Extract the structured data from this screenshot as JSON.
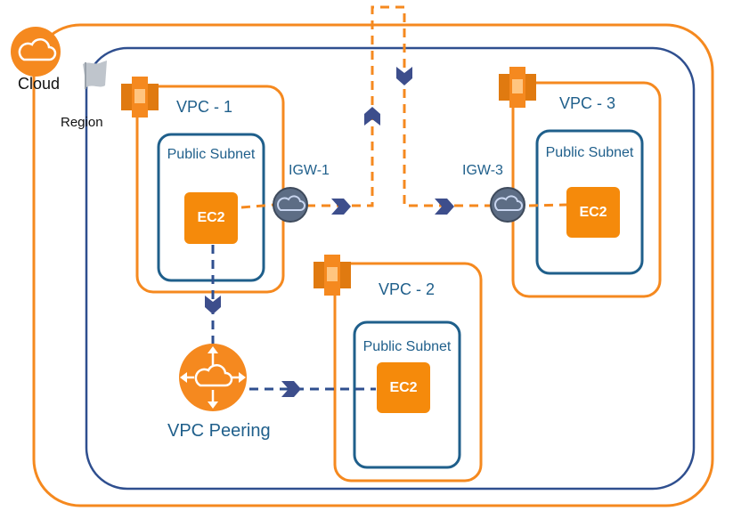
{
  "cloud": {
    "label": "Cloud",
    "icon": "cloud-icon"
  },
  "region": {
    "label": "Region",
    "icon": "region-flag-icon"
  },
  "vpcs": [
    {
      "label": "VPC - 1",
      "subnet_label": "Public Subnet",
      "instance_label": "EC2"
    },
    {
      "label": "VPC - 2",
      "subnet_label": "Public Subnet",
      "instance_label": "EC2"
    },
    {
      "label": "VPC - 3",
      "subnet_label": "Public Subnet",
      "instance_label": "EC2"
    }
  ],
  "gateways": [
    {
      "label": "IGW-1",
      "icon": "internet-gateway-icon"
    },
    {
      "label": "IGW-3",
      "icon": "internet-gateway-icon"
    }
  ],
  "peering": {
    "label": "VPC Peering",
    "icon": "vpc-peering-router-icon"
  },
  "colors": {
    "orange": "#F5891F",
    "blue": "#2F4F8F",
    "subnet_blue": "#1F5F8B",
    "chevron": "#3D4E8C",
    "igw_fill": "#5D6D85"
  }
}
